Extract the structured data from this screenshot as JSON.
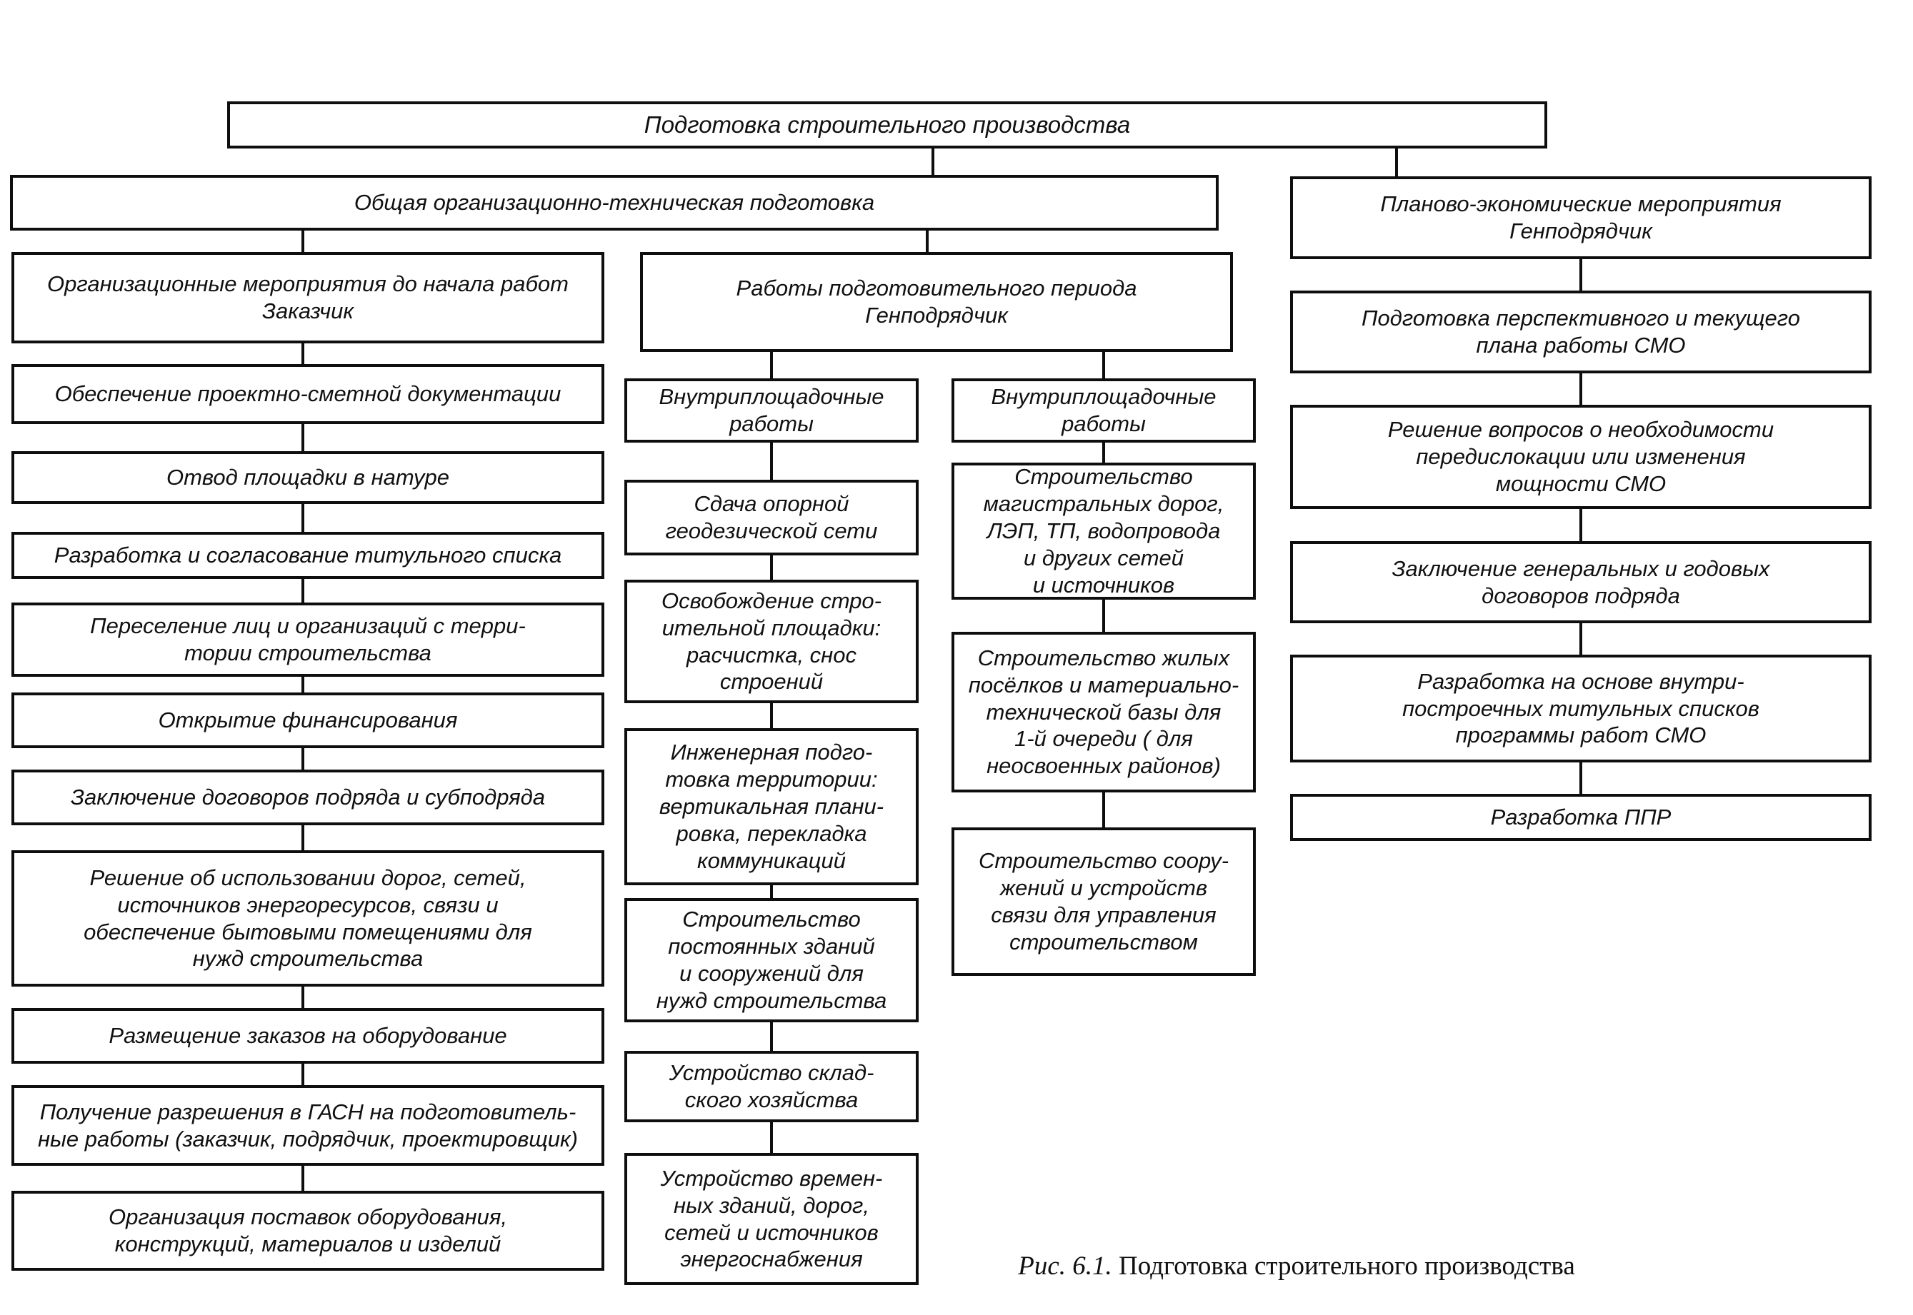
{
  "figure": {
    "caption_label": "Рис. 6.1.",
    "caption_text": " Подготовка строительного производства"
  },
  "colors": {
    "ink": "#0e0e0e",
    "paper": "#ffffff"
  },
  "nodes": {
    "root": "Подготовка строительного производства",
    "general": "Общая организационно-техническая подготовка",
    "plan_econ": "Планово-экономические мероприятия\nГенподрядчик",
    "org_measures": "Организационные мероприятия до начала работ\nЗаказчик",
    "a2": "Обеспечение проектно-сметной документации",
    "a3": "Отвод площадки в натуре",
    "a4": "Разработка и согласование титульного списка",
    "a5": "Переселение лиц и организаций с терри-\nтории строительства",
    "a6": "Открытие финансирования",
    "a7": "Заключение договоров подряда и субподряда",
    "a8": "Решение об использовании дорог, сетей,\nисточников энергоресурсов, связи и\nобеспечение бытовыми помещениями для\nнужд строительства",
    "a9": "Размещение заказов на оборудование",
    "a10": "Получение разрешения в ГАСН на подготовитель-\nные работы (заказчик, подрядчик, проектировщик)",
    "a11": "Организация поставок оборудования,\nконструкций, материалов и изделий",
    "prep_works": "Работы подготовительного периода\nГенподрядчик",
    "b_head": "Внутриплощадочные\nработы",
    "c_head": "Внутриплощадочные\nработы",
    "b1": "Сдача опорной\nгеодезической сети",
    "b2": "Освобождение стро-\nительной площадки:\nрасчистка, снос\nстроений",
    "b3": "Инженерная подго-\nтовка территории:\nвертикальная плани-\nровка, перекладка\nкоммуникаций",
    "b4": "Строительство\nпостоянных зданий\nи сооружений для\nнужд строительства",
    "b5": "Устройство склад-\nского хозяйства",
    "b6": "Устройство времен-\nных зданий, дорог,\nсетей и источников\nэнергоснабжения",
    "c1": "Строительство\nмагистральных дорог,\nЛЭП, ТП, водопровода\nи других сетей\nи источников",
    "c2": "Строительство жилых\nпосёлков и материально-\nтехнической базы для\n1-й очереди ( для\nнеосвоенных районов)",
    "c3": "Строительство  соору-\nжений и устройств\nсвязи для управления\nстроительством",
    "d1": "Подготовка перспективного и текущего\nплана работы СМО",
    "d2": "Решение вопросов о необходимости\nпередислокации или изменения\nмощности СМО",
    "d3": "Заключение генеральных и годовых\nдоговоров подряда",
    "d4": "Разработка на основе внутри-\nпостроечных титульных списков\nпрограммы работ СМО",
    "d5": "Разработка ППР"
  }
}
